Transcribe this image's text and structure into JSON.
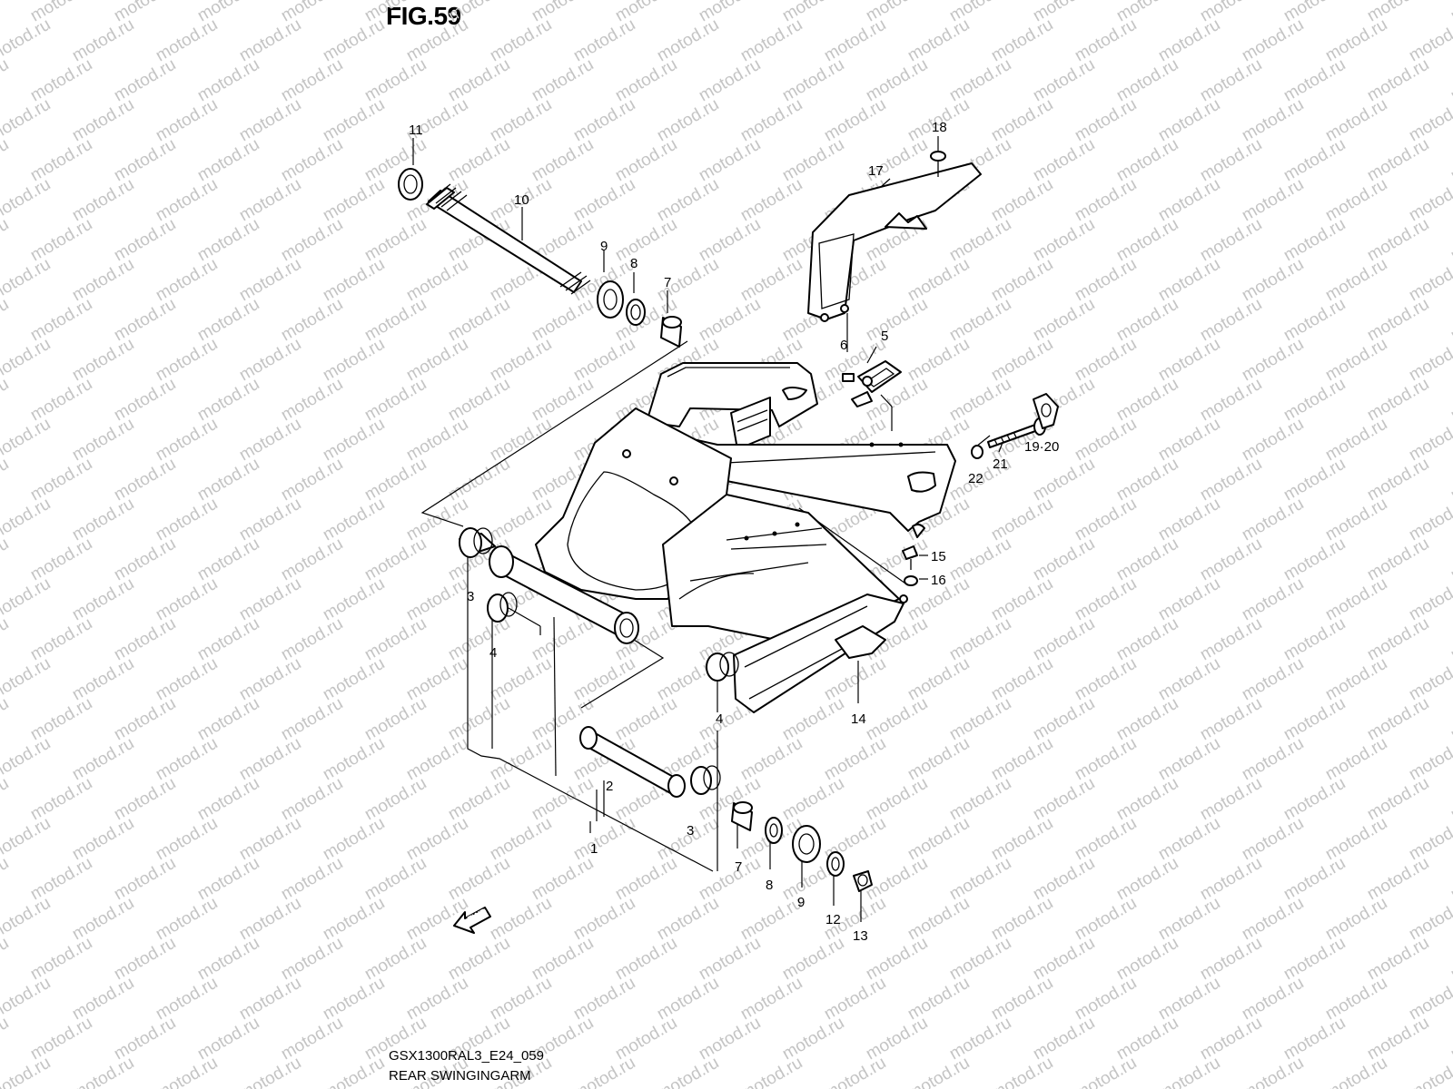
{
  "figure": {
    "title": "FIG.59"
  },
  "footer": {
    "code": "GSX1300RAL3_E24_059",
    "name": "REAR SWINGINGARM"
  },
  "watermark": {
    "text": "motod.ru",
    "color": "#c4c4c4"
  },
  "fwd_arrow": {
    "label": "FWD"
  },
  "callouts": [
    {
      "id": "1",
      "label": "1"
    },
    {
      "id": "2",
      "label": "2"
    },
    {
      "id": "3a",
      "label": "3"
    },
    {
      "id": "3b",
      "label": "3"
    },
    {
      "id": "4a",
      "label": "4"
    },
    {
      "id": "4b",
      "label": "4"
    },
    {
      "id": "5",
      "label": "5"
    },
    {
      "id": "6",
      "label": "6"
    },
    {
      "id": "7a",
      "label": "7"
    },
    {
      "id": "7b",
      "label": "7"
    },
    {
      "id": "8a",
      "label": "8"
    },
    {
      "id": "8b",
      "label": "8"
    },
    {
      "id": "9a",
      "label": "9"
    },
    {
      "id": "9b",
      "label": "9"
    },
    {
      "id": "10",
      "label": "10"
    },
    {
      "id": "11",
      "label": "11"
    },
    {
      "id": "12",
      "label": "12"
    },
    {
      "id": "13",
      "label": "13"
    },
    {
      "id": "14",
      "label": "14"
    },
    {
      "id": "15",
      "label": "15"
    },
    {
      "id": "16",
      "label": "16"
    },
    {
      "id": "17",
      "label": "17"
    },
    {
      "id": "18",
      "label": "18"
    },
    {
      "id": "19-20",
      "label": "19·20"
    },
    {
      "id": "21",
      "label": "21"
    },
    {
      "id": "22",
      "label": "22"
    }
  ]
}
